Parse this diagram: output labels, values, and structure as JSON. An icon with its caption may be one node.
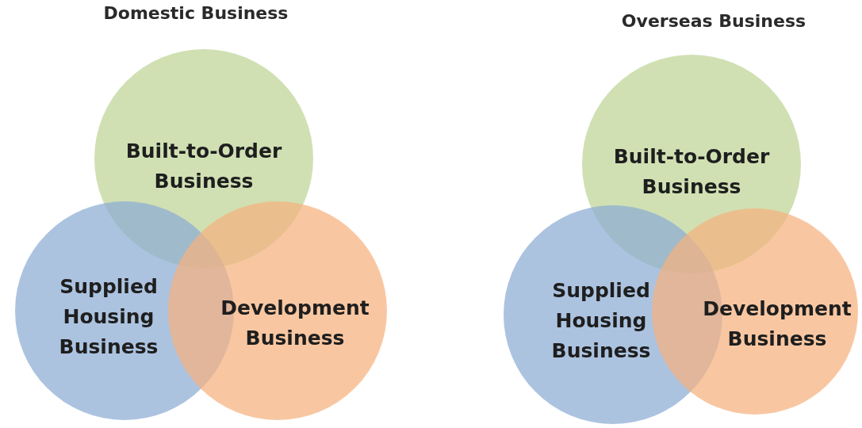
{
  "diagram": {
    "nodes": [
      {
        "text": [
          "Built-to-Order Business"
        ]
      },
      {
        "text": [
          "Supplied Housing Business"
        ]
      },
      {
        "text": [
          "Development Business"
        ]
      },
      {
        "text": [
          "Built-to-Order Business"
        ]
      },
      {
        "text": [
          "Supplied Housing Business"
        ]
      },
      {
        "text": [
          "Development Business"
        ]
      }
    ],
    "labels": [
      "Domestic Business",
      "Overseas Business"
    ]
  }
}
